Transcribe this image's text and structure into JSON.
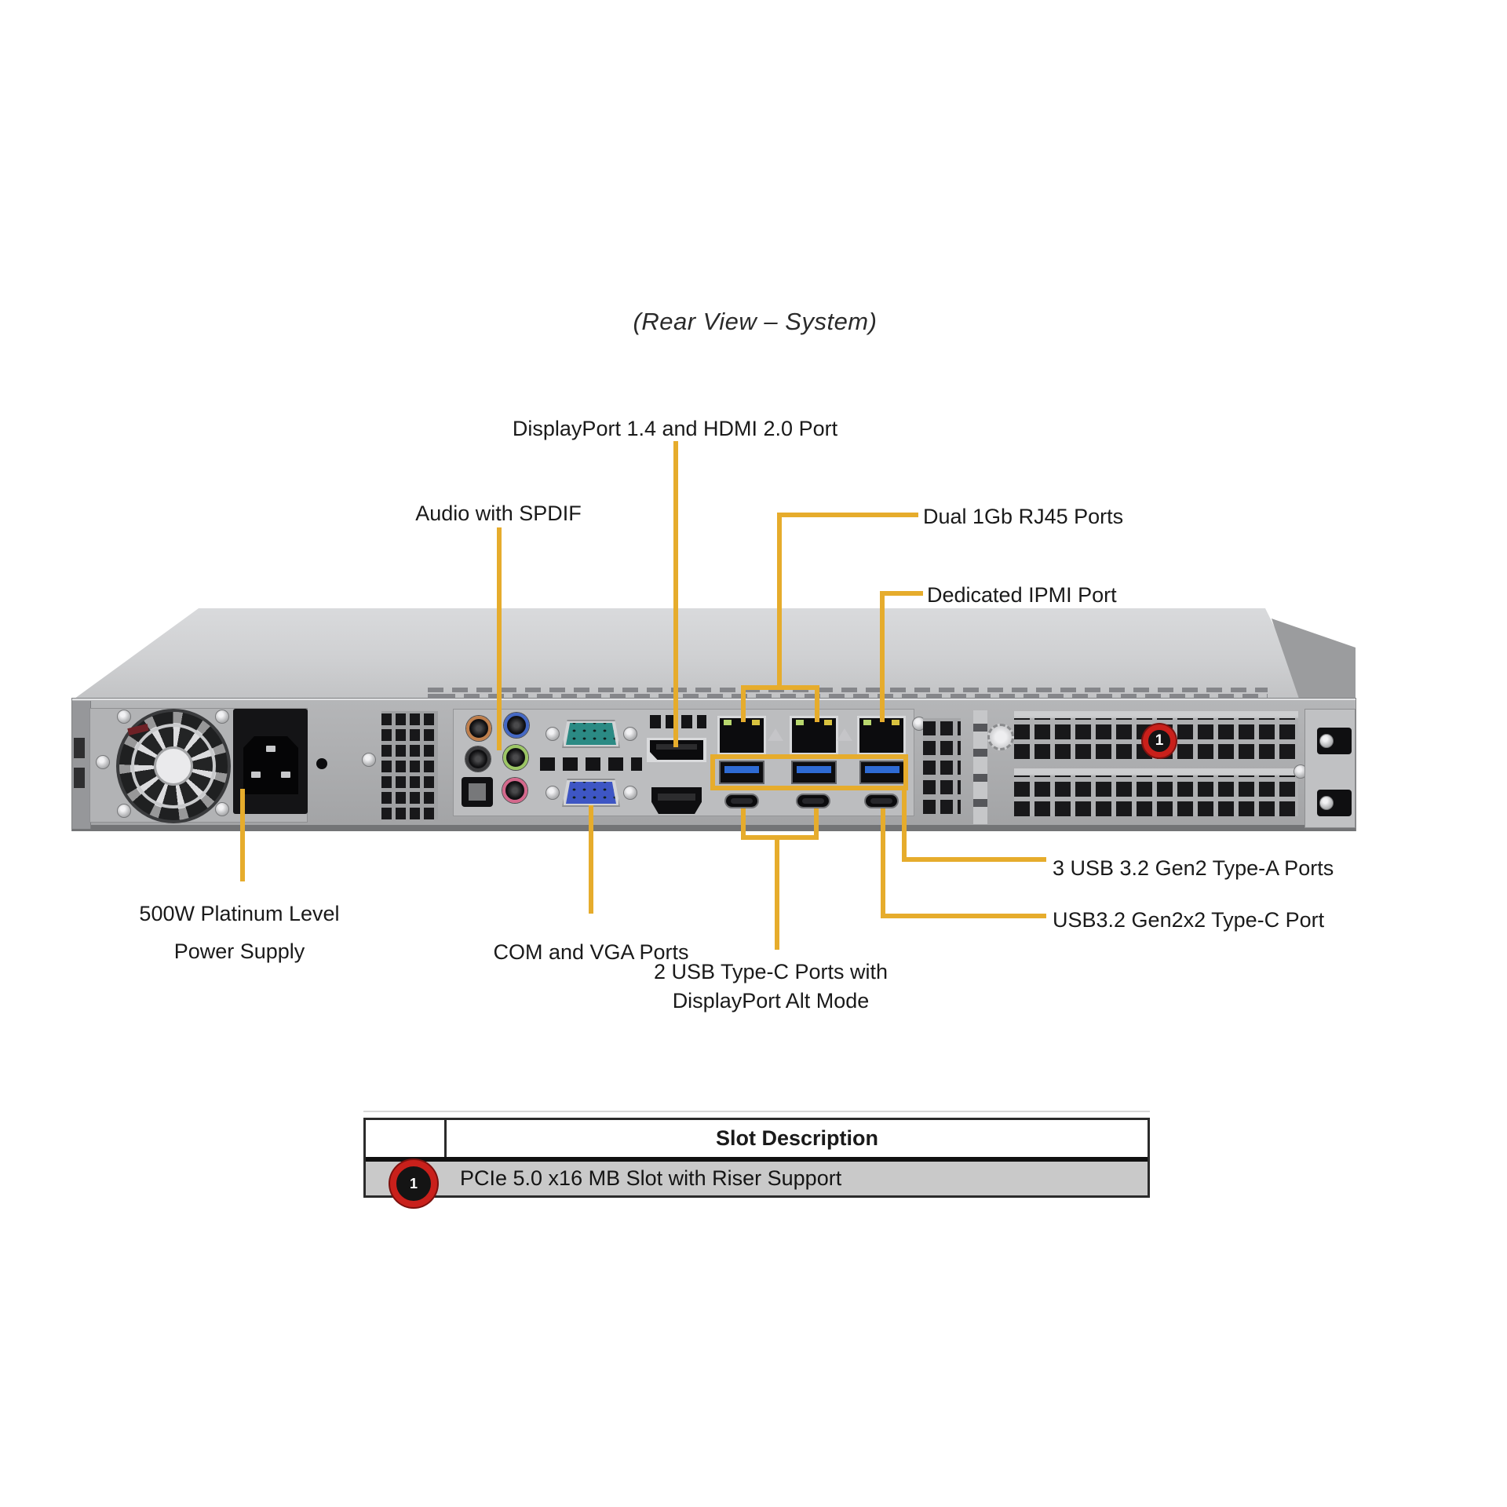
{
  "page": {
    "title": "(Rear View – System)"
  },
  "colors": {
    "callout_line": "#E6AC2C",
    "marker_red": "#C9201B",
    "table_row_bg": "#C9C9C9",
    "chassis_gray": "#AAABAD"
  },
  "callouts": {
    "displayport": "DisplayPort 1.4 and HDMI 2.0 Port",
    "audio": "Audio with SPDIF",
    "dual_rj45": "Dual 1Gb RJ45 Ports",
    "ipmi": "Dedicated IPMI Port",
    "power_supply": "500W Platinum Level\nPower Supply",
    "com_vga": "COM and VGA Ports",
    "usb_type_a": "3 USB 3.2 Gen2 Type-A Ports",
    "usb_type_c_single": "USB3.2 Gen2x2 Type-C Port",
    "usb_type_c_dual": "2 USB Type-C Ports with\nDisplayPort Alt Mode"
  },
  "chassis_marker": {
    "number": "1"
  },
  "slot_table": {
    "header": "Slot Description",
    "rows": [
      {
        "marker": "1",
        "description": "PCIe 5.0 x16 MB Slot with Riser Support"
      }
    ]
  }
}
